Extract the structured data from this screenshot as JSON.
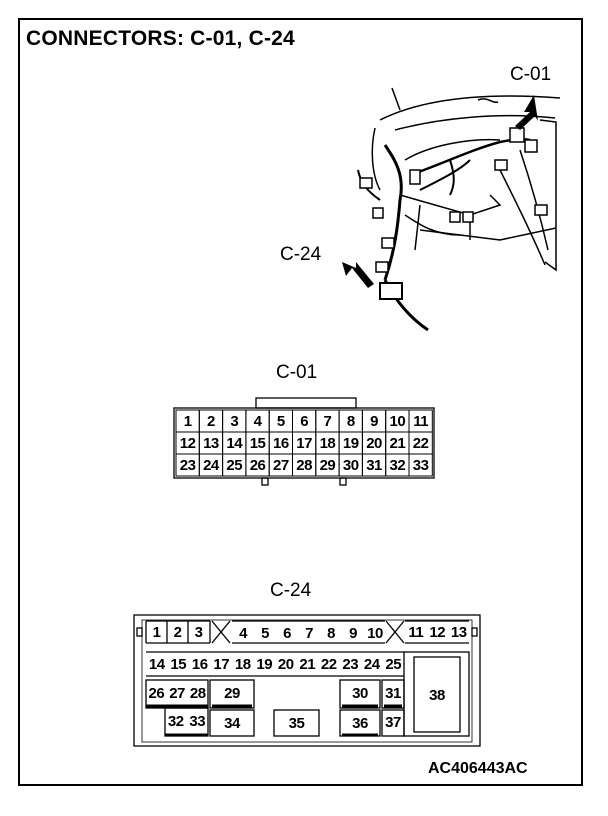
{
  "header": {
    "title": "CONNECTORS: C-01, C-24"
  },
  "figure": {
    "ref_code": "AC406443AC"
  },
  "illustration": {
    "callout_c01": "C-01",
    "callout_c24": "C-24"
  },
  "c01": {
    "label": "C-01",
    "rows": [
      [
        "1",
        "2",
        "3",
        "4",
        "5",
        "6",
        "7",
        "8",
        "9",
        "10",
        "11"
      ],
      [
        "12",
        "13",
        "14",
        "15",
        "16",
        "17",
        "18",
        "19",
        "20",
        "21",
        "22"
      ],
      [
        "23",
        "24",
        "25",
        "26",
        "27",
        "28",
        "29",
        "30",
        "31",
        "32",
        "33"
      ]
    ]
  },
  "c24": {
    "label": "C-24",
    "row1_left": [
      "1",
      "2",
      "3"
    ],
    "row1_mid": [
      "4",
      "5",
      "6",
      "7",
      "8",
      "9",
      "10"
    ],
    "row1_right": [
      "11",
      "12",
      "13"
    ],
    "row2": [
      "14",
      "15",
      "16",
      "17",
      "18",
      "19",
      "20",
      "21",
      "22",
      "23",
      "24",
      "25"
    ],
    "row3_left": [
      "26",
      "27",
      "28"
    ],
    "pin29": "29",
    "pin30": "30",
    "pin31": "31",
    "row4_left": [
      "32",
      "33"
    ],
    "pin34": "34",
    "pin35": "35",
    "pin36": "36",
    "pin37": "37",
    "pin38": "38"
  }
}
